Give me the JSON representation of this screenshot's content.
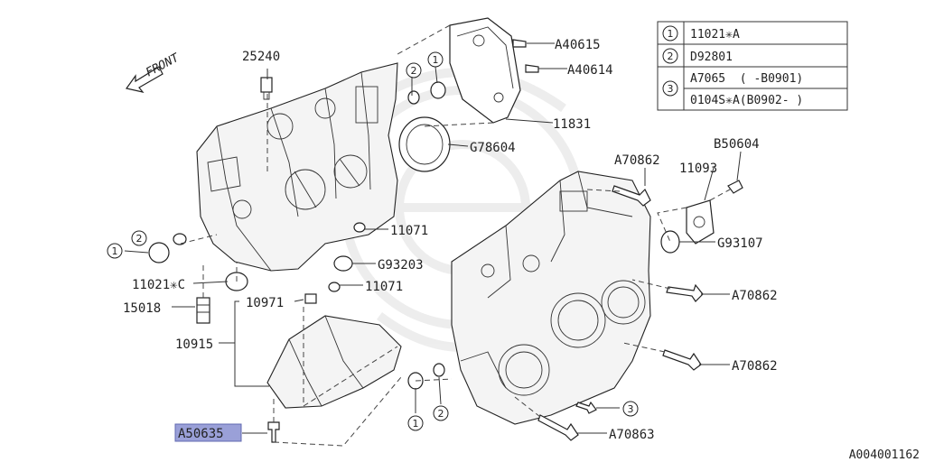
{
  "diagram": {
    "front_label": "FRONT",
    "catalog_id": "A004001162",
    "highlighted_part": "A50635",
    "legend": [
      {
        "key": "1",
        "values": [
          "11021✳A"
        ]
      },
      {
        "key": "2",
        "values": [
          "D92801"
        ]
      },
      {
        "key": "3",
        "values": [
          "A7065  ( -B0901)",
          "0104S✳A(B0902- )"
        ]
      }
    ],
    "part_labels": [
      {
        "id": "25240",
        "text": "25240"
      },
      {
        "id": "A40615",
        "text": "A40615"
      },
      {
        "id": "A40614",
        "text": "A40614"
      },
      {
        "id": "11831",
        "text": "11831"
      },
      {
        "id": "G78604",
        "text": "G78604"
      },
      {
        "id": "11071a",
        "text": "11071"
      },
      {
        "id": "G93203",
        "text": "G93203"
      },
      {
        "id": "11071b",
        "text": "11071"
      },
      {
        "id": "11021C",
        "text": "11021✳C"
      },
      {
        "id": "15018",
        "text": "15018"
      },
      {
        "id": "10971",
        "text": "10971"
      },
      {
        "id": "10915",
        "text": "10915"
      },
      {
        "id": "A50635",
        "text": "A50635"
      },
      {
        "id": "A70862a",
        "text": "A70862"
      },
      {
        "id": "11093",
        "text": "11093"
      },
      {
        "id": "B50604",
        "text": "B50604"
      },
      {
        "id": "G93107",
        "text": "G93107"
      },
      {
        "id": "A70862b",
        "text": "A70862"
      },
      {
        "id": "A70862c",
        "text": "A70862"
      },
      {
        "id": "A70863",
        "text": "A70863"
      }
    ],
    "callouts": [
      "1",
      "2",
      "1",
      "2",
      "1",
      "2",
      "3"
    ],
    "colors": {
      "highlight": "#9aa0d8",
      "line": "#333333"
    }
  }
}
